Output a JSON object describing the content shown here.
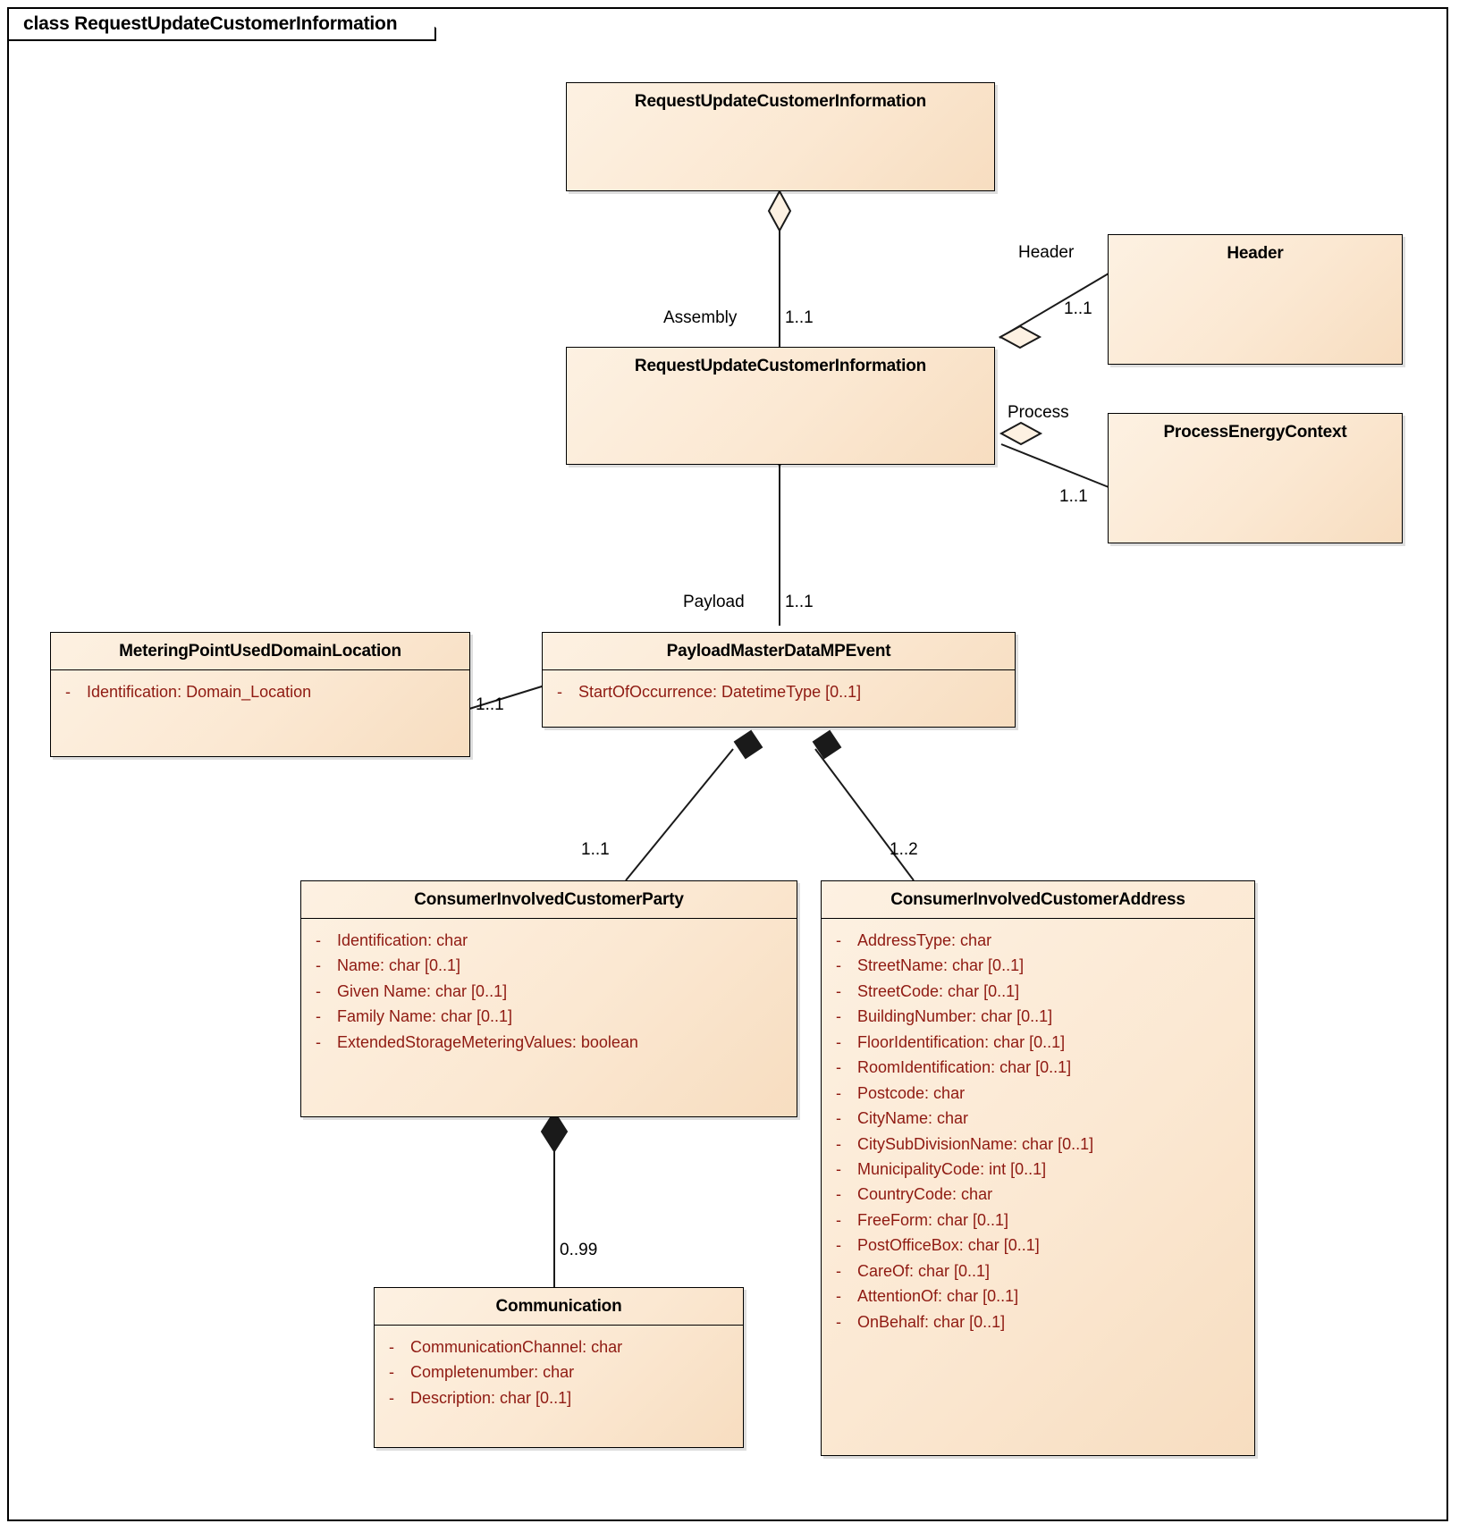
{
  "frame": {
    "label": "class RequestUpdateCustomerInformation"
  },
  "colors": {
    "class_fill_light": "#fdf1e2",
    "class_fill_dark": "#f7ddc0",
    "border": "#000000",
    "attribute_text": "#8f1a12",
    "title_text": "#000000"
  },
  "classes": [
    {
      "id": "req-top",
      "name": "RequestUpdateCustomerInformation",
      "attributes": []
    },
    {
      "id": "req-mid",
      "name": "RequestUpdateCustomerInformation",
      "attributes": []
    },
    {
      "id": "header",
      "name": "Header",
      "attributes": []
    },
    {
      "id": "process-energy-context",
      "name": "ProcessEnergyContext",
      "attributes": []
    },
    {
      "id": "metering-point",
      "name": "MeteringPointUsedDomainLocation",
      "attributes": [
        {
          "visibility": "-",
          "text": "Identification: Domain_Location"
        }
      ]
    },
    {
      "id": "payload-mpevent",
      "name": "PayloadMasterDataMPEvent",
      "attributes": [
        {
          "visibility": "-",
          "text": "StartOfOccurrence: DatetimeType [0..1]"
        }
      ]
    },
    {
      "id": "customer-party",
      "name": "ConsumerInvolvedCustomerParty",
      "attributes": [
        {
          "visibility": "-",
          "text": "Identification: char"
        },
        {
          "visibility": "-",
          "text": "Name: char [0..1]"
        },
        {
          "visibility": "-",
          "text": "Given Name: char [0..1]"
        },
        {
          "visibility": "-",
          "text": "Family Name: char [0..1]"
        },
        {
          "visibility": "-",
          "text": "ExtendedStorageMeteringValues: boolean"
        }
      ]
    },
    {
      "id": "customer-address",
      "name": "ConsumerInvolvedCustomerAddress",
      "attributes": [
        {
          "visibility": "-",
          "text": "AddressType: char"
        },
        {
          "visibility": "-",
          "text": "StreetName: char [0..1]"
        },
        {
          "visibility": "-",
          "text": "StreetCode: char [0..1]"
        },
        {
          "visibility": "-",
          "text": "BuildingNumber: char [0..1]"
        },
        {
          "visibility": "-",
          "text": "FloorIdentification: char [0..1]"
        },
        {
          "visibility": "-",
          "text": "RoomIdentification: char [0..1]"
        },
        {
          "visibility": "-",
          "text": "Postcode: char"
        },
        {
          "visibility": "-",
          "text": "CityName: char"
        },
        {
          "visibility": "-",
          "text": "CitySubDivisionName: char [0..1]"
        },
        {
          "visibility": "-",
          "text": "MunicipalityCode: int [0..1]"
        },
        {
          "visibility": "-",
          "text": "CountryCode: char"
        },
        {
          "visibility": "-",
          "text": "FreeForm: char [0..1]"
        },
        {
          "visibility": "-",
          "text": "PostOfficeBox: char [0..1]"
        },
        {
          "visibility": "-",
          "text": "CareOf: char [0..1]"
        },
        {
          "visibility": "-",
          "text": "AttentionOf: char [0..1]"
        },
        {
          "visibility": "-",
          "text": "OnBehalf: char [0..1]"
        }
      ]
    },
    {
      "id": "communication",
      "name": "Communication",
      "attributes": [
        {
          "visibility": "-",
          "text": "CommunicationChannel: char"
        },
        {
          "visibility": "-",
          "text": "Completenumber: char"
        },
        {
          "visibility": "-",
          "text": "Description: char [0..1]"
        }
      ]
    }
  ],
  "connectors": [
    {
      "id": "assembly",
      "role": "Assembly",
      "multiplicity": "1..1",
      "kind": "aggregation"
    },
    {
      "id": "header-assoc",
      "role": "Header",
      "multiplicity": "1..1",
      "kind": "aggregation"
    },
    {
      "id": "process-assoc",
      "role": "Process",
      "multiplicity": "1..1",
      "kind": "aggregation"
    },
    {
      "id": "payload-assoc",
      "role": "Payload",
      "multiplicity": "1..1",
      "kind": "aggregation"
    },
    {
      "id": "metering-assoc",
      "role": "",
      "multiplicity": "1..1",
      "kind": "composition"
    },
    {
      "id": "party-assoc",
      "role": "",
      "multiplicity": "1..1",
      "kind": "composition"
    },
    {
      "id": "address-assoc",
      "role": "",
      "multiplicity": "1..2",
      "kind": "composition"
    },
    {
      "id": "comm-assoc",
      "role": "",
      "multiplicity": "0..99",
      "kind": "composition"
    }
  ]
}
